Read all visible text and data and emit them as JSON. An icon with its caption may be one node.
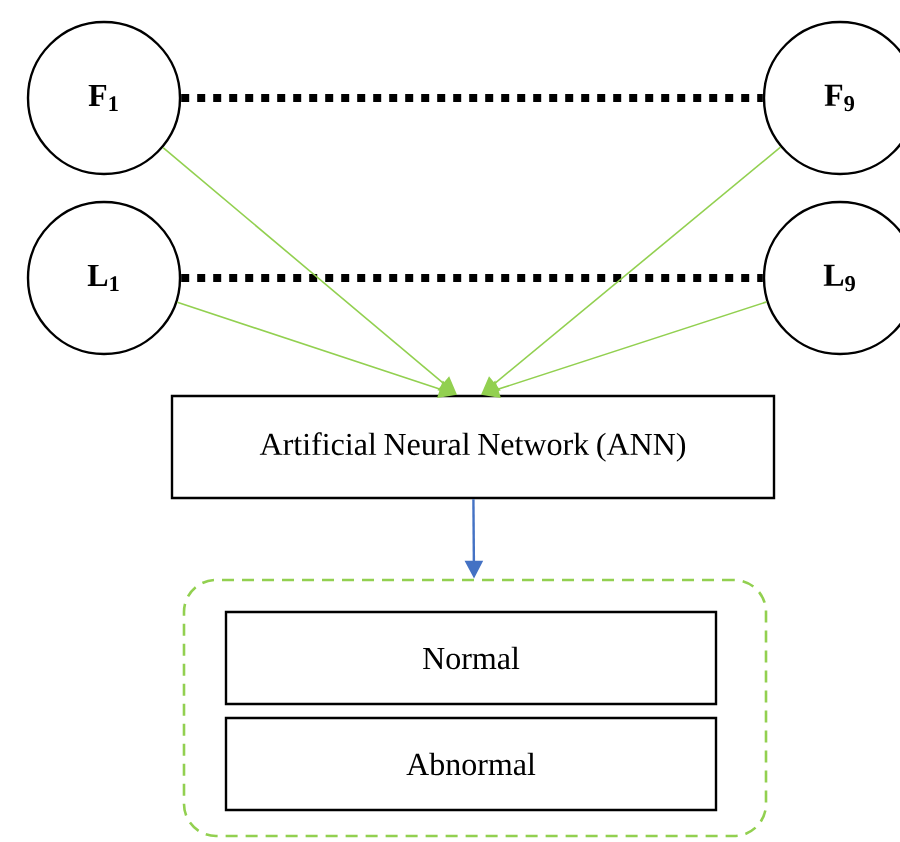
{
  "diagram": {
    "nodes": [
      {
        "text": [
          "F$_{1}$"
        ]
      },
      {
        "text": [
          "F$_{9}$"
        ]
      },
      {
        "text": [
          "L$_{1}$"
        ]
      },
      {
        "text": [
          "L$_{9}$"
        ]
      },
      {
        "text": [
          "Artificial Neural Network (ANN)"
        ]
      },
      {
        "text": [],
        "shape": "box"
      },
      {
        "text": [
          "Normal"
        ],
        "in": 5
      },
      {
        "text": [
          "Abnormal"
        ],
        "in": 5
      }
    ],
    "edges": [
      {
        "from": 0,
        "to": 1,
        "arrow": "none",
        "style": "dashed",
        "color": "#000000"
      },
      {
        "from": 2,
        "to": 3,
        "arrow": "none",
        "style": "dashed",
        "color": "#000000"
      },
      {
        "from": 0,
        "to": 4,
        "arrow": "to",
        "color": "#92d050"
      },
      {
        "from": 2,
        "to": 4,
        "arrow": "to",
        "color": "#92d050"
      },
      {
        "from": 1,
        "to": 4,
        "arrow": "to",
        "color": "#92d050"
      },
      {
        "from": 3,
        "to": 4,
        "arrow": "to",
        "color": "#92d050"
      },
      {
        "from": 4,
        "to": 5,
        "arrow": "to",
        "color": "#4472c4"
      }
    ]
  }
}
